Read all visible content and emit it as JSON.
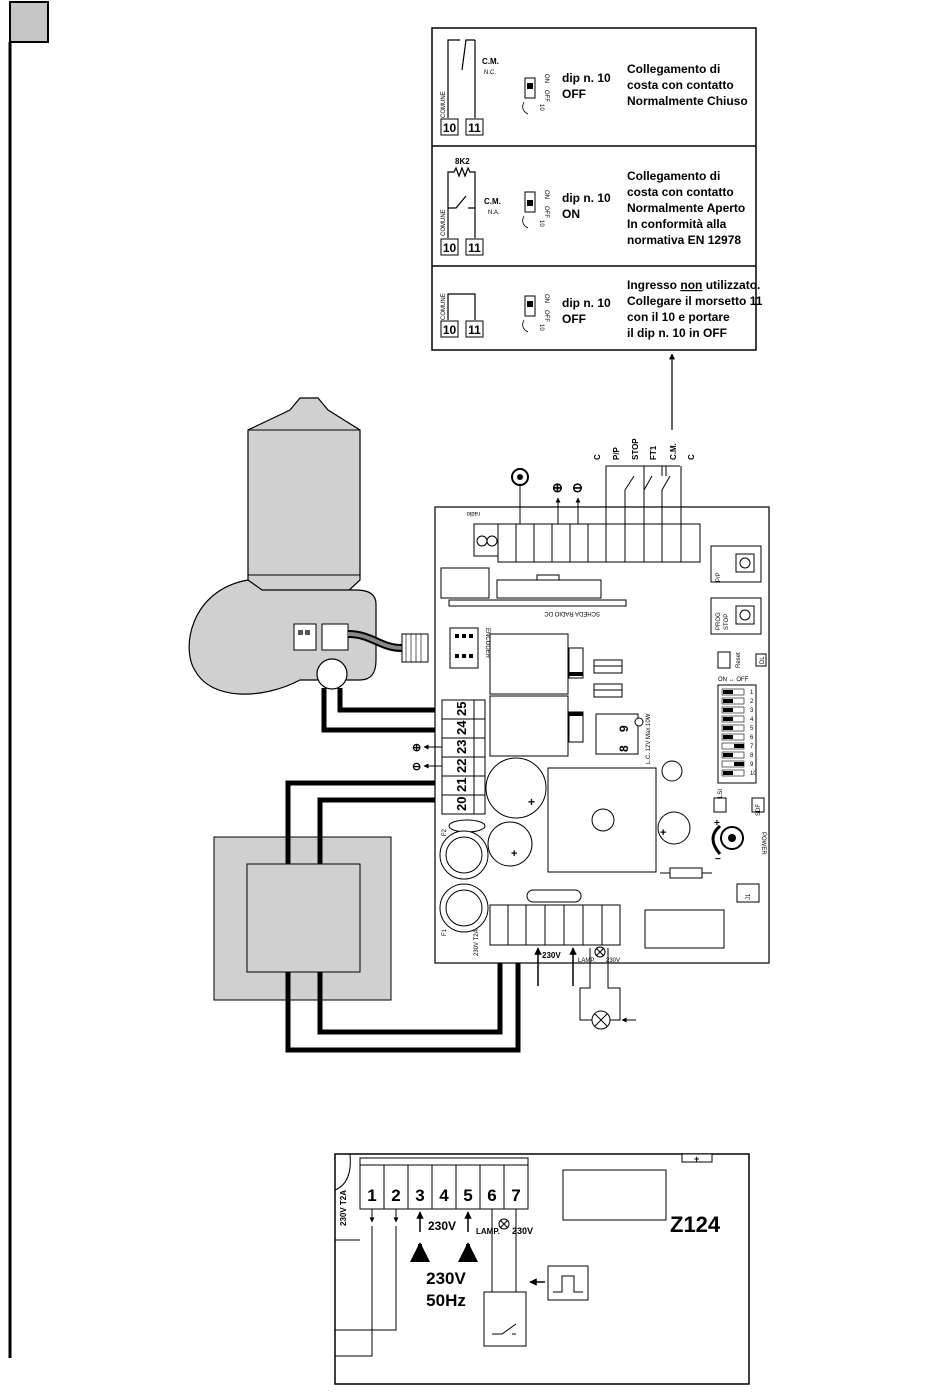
{
  "table": {
    "rows": [
      {
        "cm": "C.M.",
        "cm_type": "N.C.",
        "comune": "COMUNE",
        "t1": "10",
        "t2": "11",
        "switch_on": "ON",
        "switch_off": "OFF",
        "switch_num": "10",
        "dip1": "dip n. 10",
        "dip2": "OFF",
        "desc": [
          "Collegamento di",
          "costa con contatto",
          "Normalmente Chiuso"
        ]
      },
      {
        "resistor": "8K2",
        "cm": "C.M.",
        "cm_type": "N.A.",
        "comune": "COMUNE",
        "t1": "10",
        "t2": "11",
        "switch_on": "ON",
        "switch_off": "OFF",
        "switch_num": "10",
        "dip1": "dip n. 10",
        "dip2": "ON",
        "desc": [
          "Collegamento di",
          "costa con contatto",
          "Normalmente Aperto",
          "In conformità alla",
          "normativa EN 12978"
        ]
      },
      {
        "comune": "COMUNE",
        "t1": "10",
        "t2": "11",
        "switch_on": "ON",
        "switch_off": "OFF",
        "switch_num": "10",
        "dip1": "dip n. 10",
        "dip2": "OFF",
        "desc_pre": "Ingresso ",
        "desc_under": "non",
        "desc_post": " utilizzato.",
        "desc": [
          "Collegare il morsetto 11",
          "con il 10 e portare",
          "il dip n. 10 in OFF"
        ]
      }
    ]
  },
  "board": {
    "top_terminals": [
      "C",
      "P/P",
      "STOP",
      "FT1",
      "C.M.",
      "C"
    ],
    "plus_symbol": "⊕",
    "minus_symbol": "⊖",
    "radio_label": "radio",
    "radio_card_label": "SCHEDA RADIO DC",
    "encoder_label": "ENCODER",
    "pp_button": "P/P",
    "prog_button": "PROG",
    "stop_button": "STOP",
    "reset_label": "Reset",
    "dl_label": "DL",
    "dip_header": "ON ↔ OFF",
    "dip_numbers": [
      "1",
      "2",
      "3",
      "4",
      "5",
      "6",
      "7",
      "8",
      "9",
      "10"
    ],
    "dip_on": [
      true,
      true,
      true,
      true,
      true,
      true,
      false,
      true,
      false,
      true
    ],
    "left_terminals": [
      "25",
      "24",
      "23",
      "22",
      "21",
      "20"
    ],
    "left_plus": "⊕",
    "left_minus": "⊖",
    "output_terminals": [
      "9",
      "8"
    ],
    "output_label": "L.C. 12V Max.10W",
    "fuse_f2": "F2",
    "fuse_f1": "F1",
    "fuse_rating": "230V T2A",
    "power_label": "POWER",
    "lsi_label": "LSI",
    "sdf_label": "SDF",
    "jumper_label": "J1",
    "bottom_230v": "230V",
    "bottom_lamp": "LAMP.",
    "bottom_lamp_230v": "230V"
  },
  "detail": {
    "terminals": [
      "1",
      "2",
      "3",
      "4",
      "5",
      "6",
      "7"
    ],
    "fuse": "230V T2A",
    "label_230v": "230V",
    "lamp": "LAMP.",
    "lamp_230v": "230V",
    "supply_line1": "230V",
    "supply_line2": "50Hz",
    "model": "Z124",
    "plus": "+"
  }
}
